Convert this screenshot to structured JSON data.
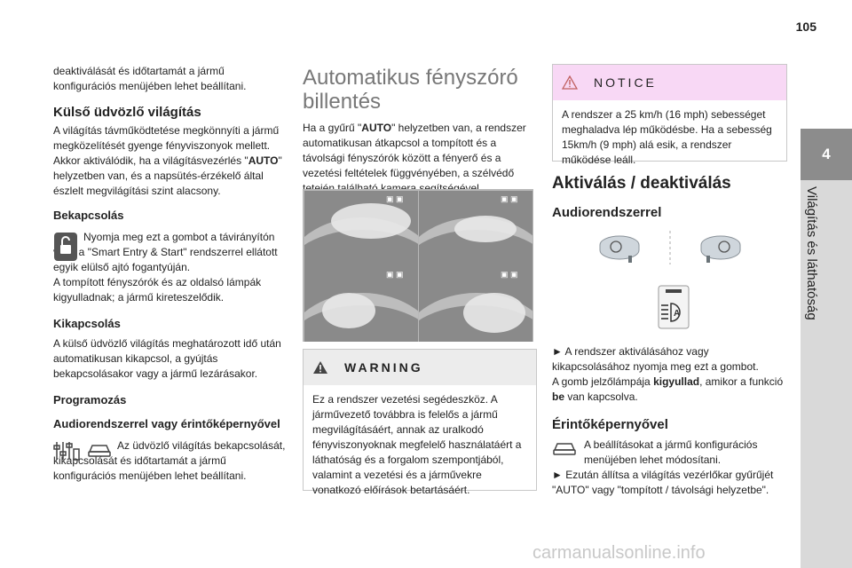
{
  "page": {
    "number": "105"
  },
  "sidebar": {
    "chapter_number": "4",
    "chapter_title": "Világítás és láthatóság"
  },
  "left": {
    "intro": "deaktiválását és időtartamát a jármű konfigurációs menüjében lehet beállítani.",
    "section_title": "Külső üdvözlő világítás",
    "section_text": "A világítás távműködtetése megkönnyíti a jármű megközelítését gyenge fényviszonyok mellett. Akkor aktiválódik, ha a világításvezérlés \"",
    "section_auto": "AUTO",
    "section_text2": "\" helyzetben van, és a napsütés-érzékelő által észlelt megvilágítási szint alacsony.",
    "on_title": "Bekapcsolás",
    "on_text": "Nyomja meg ezt a gombot a távirányítón vagy a \"Smart Entry & Start\" rendszerrel ellátott egyik elülső ajtó fogantyúján.",
    "on_text2": "A tompított fényszórók és az oldalsó lámpák kigyulladnak; a jármű kireteszelődik.",
    "off_title": "Kikapcsolás",
    "off_text": "A külső üdvözlő világítás meghatározott idő után automatikusan kikapcsol, a gyújtás bekapcsolásakor vagy a jármű lezárásakor.",
    "prog_title": "Programozás",
    "prog_sub": "Audiorendszerrel vagy érintőképernyővel",
    "prog_text": "Az üdvözlő világítás bekapcsolását, kikapcsolását és időtartamát a jármű konfigurációs menüjében lehet beállítani."
  },
  "middle": {
    "title": "Automatikus fényszóró billentés",
    "text_a": "Ha a gyűrű \"",
    "text_auto": "AUTO",
    "text_b": "\" helyzetben van, a rendszer automatikusan átkapcsol a tompított és a távolsági fényszórók között a fényerő és a vezetési feltételek függvényében, a szélvédő tetején található kamera segítségével.",
    "warning_label": "WARNING",
    "warning_text": "Ez a rendszer vezetési segédeszköz. A járművezető továbbra is felelős a jármű megvilágításáért, annak az uralkodó fényviszonyoknak megfelelő használatáért a láthatóság és a forgalom szempontjából, valamint a vezetési és a járművekre vonatkozó előírások betartásáért."
  },
  "right": {
    "notice_label": "NOTICE",
    "notice_text": "A rendszer a 25 km/h (16 mph) sebességet meghaladva lép működésbe. Ha a sebesség 15km/h (9 mph) alá esik, a rendszer működése leáll.",
    "section_title": "Aktiválás / deaktiválás",
    "audio_title": "Audiorendszerrel",
    "audio_text": "► A rendszer aktiválásához vagy kikapcsolásához nyomja meg ezt a gombot.",
    "audio_text2a": "A gomb jelzőlámpája ",
    "audio_text2b": "kigyullad",
    "audio_text2c": ", amikor a funkció ",
    "audio_text2d": "be",
    "audio_text2e": " van kapcsolva.",
    "touch_title": "Érintőképernyővel",
    "touch_text": "A beállításokat a jármű konfigurációs menüjében lehet módosítani.",
    "touch_text2": "► Ezután állítsa a világítás vezérlőkar gyűrűjét \"AUTO\" vagy \"tompított / távolsági helyzetbe\"."
  },
  "watermark": "carmanualsonline.info"
}
